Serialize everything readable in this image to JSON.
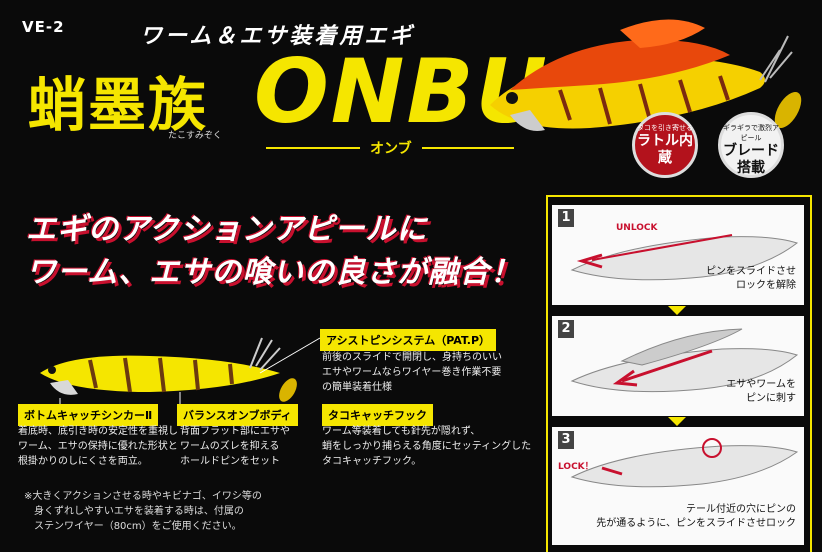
{
  "header": {
    "model": "VE-2",
    "subtitle": "ワーム＆エサ装着用エギ",
    "kanji_title": "蛸墨族",
    "kanji_reading": "たこすみぞく",
    "product_name": "ONBU",
    "product_kana": "オンブ"
  },
  "badges": [
    {
      "top_text": "タコを引き寄せる",
      "main_text": "ラトル内蔵"
    },
    {
      "top_text": "ギラギラで激烈アピール",
      "main_text": "ブレード搭載"
    }
  ],
  "headline": {
    "line1": "エギのアクションアピールに",
    "line2": "ワーム、エサの喰いの良さが融合！"
  },
  "features": [
    {
      "label": "アシストピンシステム（PAT.P）",
      "text": "前後のスライドで開閉し、身持ちのいい\nエサやワームならワイヤー巻き作業不要\nの簡単装着仕様"
    },
    {
      "label": "ボトムキャッチシンカーⅡ",
      "text": "着底時、底引き時の安定性を重視し\nワーム、エサの保持に優れた形状と\n根掛かりのしにくさを両立。"
    },
    {
      "label": "バランスオンブボディ",
      "text": "背面フラット部にエサや\nワームのズレを抑える\nホールドピンをセット"
    },
    {
      "label": "タコキャッチフック",
      "text": "ワーム等装着しても針先が隠れず、\n蛸をしっかり捕らえる角度にセッティングした\nタコキャッチフック。"
    }
  ],
  "steps": [
    {
      "num": "1",
      "tag": "UNLOCK",
      "text": "ピンをスライドさせ\nロックを解除"
    },
    {
      "num": "2",
      "tag": "",
      "text": "エサやワームを\nピンに刺す"
    },
    {
      "num": "3",
      "tag": "LOCK！",
      "text": "テール付近の穴にピンの\n先が通るように、ピンをスライドさせロック"
    }
  ],
  "note": "※大きくアクションさせる時やキビナゴ、イワシ等の\n　身くずれしやすいエサを装着する時は、付属の\n　ステンワイヤー（80cm）をご使用ください。",
  "colors": {
    "accent": "#f5e600",
    "red": "#c8102e",
    "background": "#0a0a0a"
  }
}
